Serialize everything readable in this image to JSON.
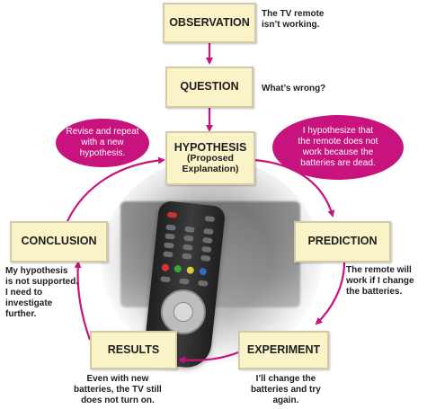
{
  "steps": {
    "observation": "OBSERVATION",
    "question": "QUESTION",
    "hypothesis_title": "HYPOTHESIS",
    "hypothesis_sub1": "(Proposed",
    "hypothesis_sub2": "Explanation)",
    "prediction": "PREDICTION",
    "experiment": "EXPERIMENT",
    "results": "RESULTS",
    "conclusion": "CONCLUSION"
  },
  "notes": {
    "observation": [
      "The TV remote",
      "isn’t working."
    ],
    "question": [
      "What’s wrong?"
    ],
    "prediction": [
      "The remote will",
      "work if I change",
      "the batteries."
    ],
    "experiment": [
      "I’ll change the",
      "batteries and try",
      "again."
    ],
    "results": [
      "Even with new",
      "batteries, the TV still",
      "does not turn on."
    ],
    "conclusion": [
      "My hypothesis",
      "is not supported.",
      "I need to",
      "investigate",
      "further."
    ]
  },
  "bubbles": {
    "revise": [
      "Revise and repeat",
      "with a new",
      "hypothesis."
    ],
    "hypothesize": [
      "I hypothesize that",
      "the remote does not",
      "work because the",
      "batteries are dead."
    ]
  },
  "colors": {
    "arrow": "#c8127d",
    "box_fill": "#fbf3c8",
    "bubble": "#c8127d"
  }
}
